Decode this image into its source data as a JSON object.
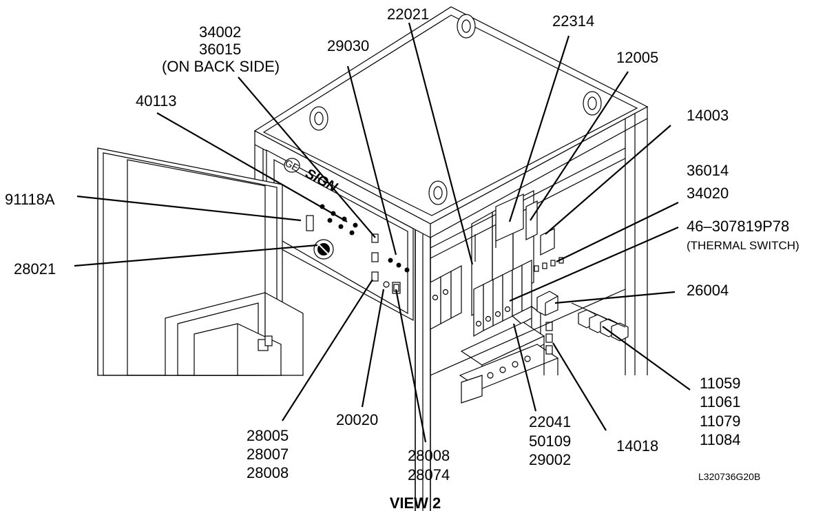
{
  "brand": {
    "logo_text": "GE",
    "name": "SIGN"
  },
  "view_title": "VIEW 2",
  "drawing_number": "L320736G20B",
  "callouts": {
    "c_22021": [
      "22021"
    ],
    "c_22314": [
      "22314"
    ],
    "c_34002": [
      "34002",
      "36015",
      "(ON BACK SIDE)"
    ],
    "c_29030": [
      "29030"
    ],
    "c_12005": [
      "12005"
    ],
    "c_40113": [
      "40113"
    ],
    "c_14003": [
      "14003"
    ],
    "c_36014": [
      "36014",
      "34020"
    ],
    "c_91118A": [
      "91118A"
    ],
    "c_46307819": [
      "46–307819P78",
      "(THERMAL SWITCH)"
    ],
    "c_28021": [
      "28021"
    ],
    "c_26004": [
      "26004"
    ],
    "c_11059": [
      "11059",
      "11061",
      "11079",
      "11084"
    ],
    "c_20020": [
      "20020"
    ],
    "c_22041": [
      "22041",
      "50109",
      "29002"
    ],
    "c_14018": [
      "14018"
    ],
    "c_28005": [
      "28005",
      "28007",
      "28008"
    ],
    "c_28008b": [
      "28008",
      "28074"
    ]
  }
}
